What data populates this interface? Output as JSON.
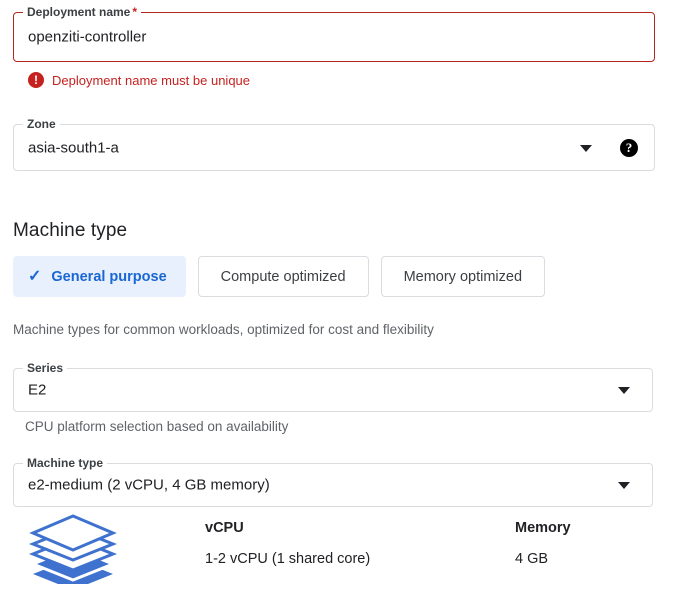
{
  "deployment_name": {
    "label": "Deployment name",
    "required_marker": "*",
    "value": "openziti-controller",
    "placeholder": "Deployment name",
    "error": {
      "icon": "error-icon",
      "glyph": "!",
      "message": "Deployment name must be unique"
    }
  },
  "zone": {
    "label": "Zone",
    "value": "asia-south1-a",
    "dropdown_icon": "chevron-down-icon",
    "help_icon": "help-icon",
    "help_glyph": "?"
  },
  "machine_type_section": {
    "title": "Machine type",
    "toggles": [
      {
        "label": "General purpose",
        "selected": true,
        "check_icon": "check-icon",
        "check_glyph": "✓"
      },
      {
        "label": "Compute optimized",
        "selected": false
      },
      {
        "label": "Memory optimized",
        "selected": false
      }
    ],
    "description": "Machine types for common workloads, optimized for cost and flexibility"
  },
  "series": {
    "label": "Series",
    "value": "E2",
    "dropdown_icon": "chevron-down-icon",
    "helper": "CPU platform selection based on availability"
  },
  "machine_type": {
    "label": "Machine type",
    "value": "e2-medium (2 vCPU, 4 GB memory)",
    "dropdown_icon": "chevron-down-icon"
  },
  "specs": {
    "icon": "stacked-layers-icon",
    "columns": [
      {
        "header": "vCPU",
        "value": "1-2 vCPU (1 shared core)"
      },
      {
        "header": "Memory",
        "value": "4 GB"
      }
    ]
  },
  "colors": {
    "error_red": "#c5221f",
    "border_red": "#b3261e",
    "accent_blue": "#1967d2",
    "accent_blue_bg": "#e8f0fe",
    "border_gray": "#dadce0",
    "text_primary": "#202124",
    "text_secondary": "#5f6368",
    "layers_blue": "#3f72cf"
  }
}
